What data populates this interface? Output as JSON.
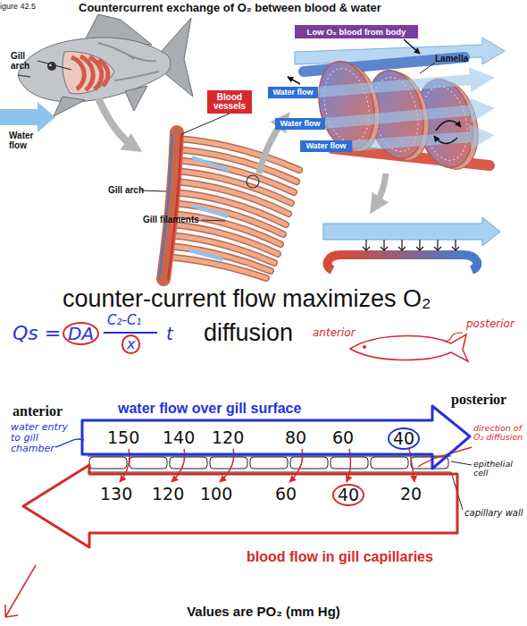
{
  "diagram": {
    "title": "Countercurrent exchange of O₂ between blood & water",
    "caption": "Values are PO₂ (mm Hg)",
    "nodes": [
      {
        "text": [
          "Low O₂ blood from body"
        ]
      },
      {
        "text": [
          "Blood vessels"
        ]
      },
      {
        "text": [
          "Water flow"
        ]
      },
      {
        "text": [
          "Water flow"
        ]
      },
      {
        "text": [
          "Water flow"
        ]
      },
      {
        "text": [
          "water flow over gill surface",
          "150",
          "140",
          "120",
          "80",
          "60",
          "40"
        ]
      },
      {
        "text": [
          "130",
          "120",
          "100",
          "60",
          "40",
          "20",
          "blood flow in gill capillaries"
        ]
      }
    ],
    "labels": [
      "igure 42.5",
      "Gill arch",
      "Water flow",
      "Lamella",
      "Gill arch",
      "Gill filaments",
      "counter-current flow maximizes O₂",
      "Qs =",
      "DA",
      "C₂-C₁",
      "x",
      "t",
      "diffusion",
      "anterior",
      "posterior",
      "anterior",
      "posterior",
      "water entry to gill chamber",
      "direction of O₂ diffusion",
      "epithelial cell",
      "capillary wall"
    ]
  }
}
